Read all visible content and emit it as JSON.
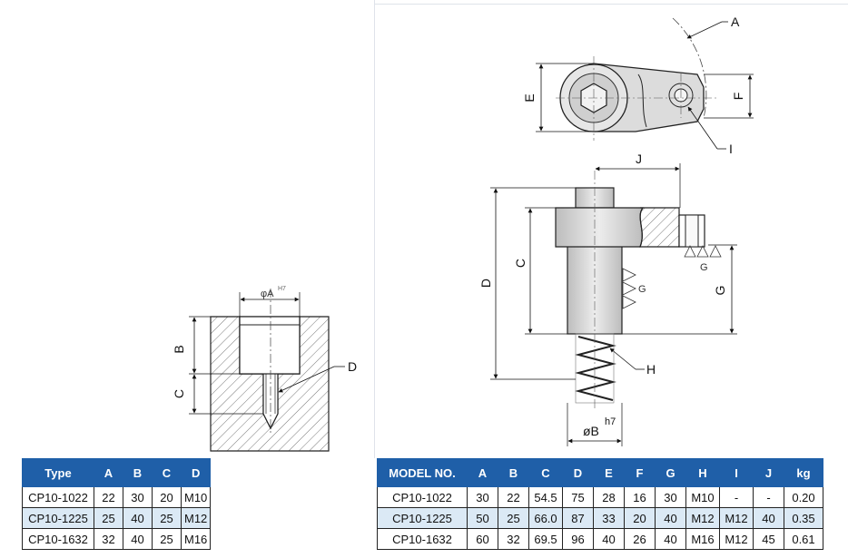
{
  "left_drawing": {
    "label_phiA": "φA",
    "label_phiA_sup": "H7",
    "label_B": "B",
    "label_C": "C",
    "label_D": "D"
  },
  "right_drawing": {
    "label_A": "A",
    "label_E": "E",
    "label_F": "F",
    "label_I": "I",
    "label_J": "J",
    "label_C": "C",
    "label_D": "D",
    "label_G_inner": "G",
    "label_G_small": "G",
    "label_G_right": "G",
    "label_H": "H",
    "label_phiB": "øB",
    "label_phiB_sup": "h7"
  },
  "left_table": {
    "headers": [
      "Type",
      "A",
      "B",
      "C",
      "D"
    ],
    "rows": [
      [
        "CP10-1022",
        "22",
        "30",
        "20",
        "M10"
      ],
      [
        "CP10-1225",
        "25",
        "40",
        "25",
        "M12"
      ],
      [
        "CP10-1632",
        "32",
        "40",
        "25",
        "M16"
      ]
    ]
  },
  "right_table": {
    "headers": [
      "MODEL NO.",
      "A",
      "B",
      "C",
      "D",
      "E",
      "F",
      "G",
      "H",
      "I",
      "J",
      "kg"
    ],
    "rows": [
      [
        "CP10-1022",
        "30",
        "22",
        "54.5",
        "75",
        "28",
        "16",
        "30",
        "M10",
        "-",
        "-",
        "0.20"
      ],
      [
        "CP10-1225",
        "50",
        "25",
        "66.0",
        "87",
        "33",
        "20",
        "40",
        "M12",
        "M12",
        "40",
        "0.35"
      ],
      [
        "CP10-1632",
        "60",
        "32",
        "69.5",
        "96",
        "40",
        "26",
        "40",
        "M16",
        "M12",
        "45",
        "0.61"
      ]
    ]
  },
  "colors": {
    "header_bg": "#1f5fa8",
    "row_alt_bg": "#dbe9f5",
    "body_fill": "#dcdcdc"
  }
}
